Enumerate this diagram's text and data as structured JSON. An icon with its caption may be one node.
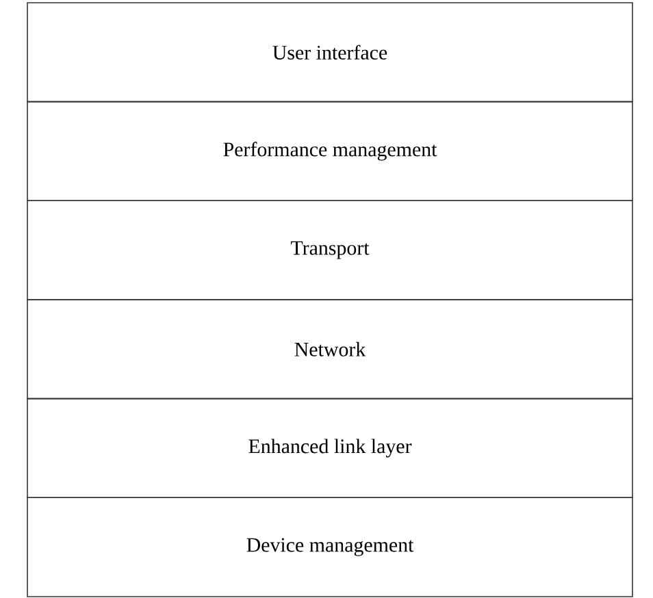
{
  "diagram": {
    "nodes": [
      {
        "text": [
          "User interface"
        ]
      },
      {
        "text": [
          "Performance management"
        ]
      },
      {
        "text": [
          "Transport"
        ]
      },
      {
        "text": [
          "Network"
        ]
      },
      {
        "text": [
          "Enhanced link layer"
        ]
      },
      {
        "text": [
          "Device management"
        ]
      }
    ]
  }
}
